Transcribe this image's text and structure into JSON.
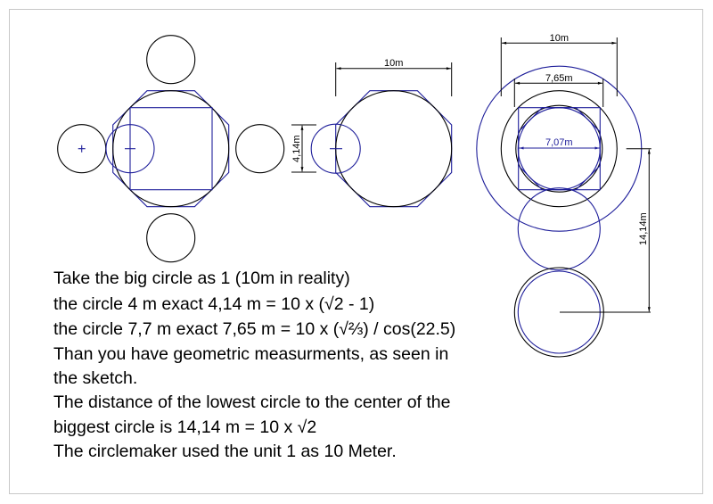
{
  "colors": {
    "blue": "#1e1e9a",
    "black": "#000000",
    "frame": "#c8c8c8"
  },
  "dimensions": {
    "middle_width": "10m",
    "middle_small_circle": "4,14m",
    "right_width": "10m",
    "right_mid": "7,65m",
    "right_inner": "7,07m",
    "right_distance": "14,14m"
  },
  "notes": [
    "Take the big circle as 1 (10m in reality)",
    "the circle 4 m exact 4,14 m = 10 x (√2 - 1)",
    "the circle 7,7 m exact 7,65 m = 10 x (√⅔) / cos(22.5)",
    "Than you have geometric measurments, as seen in",
    "the sketch.",
    "The distance of the lowest circle to the center of the",
    "biggest circle is 14,14 m = 10 x √2",
    "The circlemaker used the unit 1 as 10 Meter."
  ]
}
